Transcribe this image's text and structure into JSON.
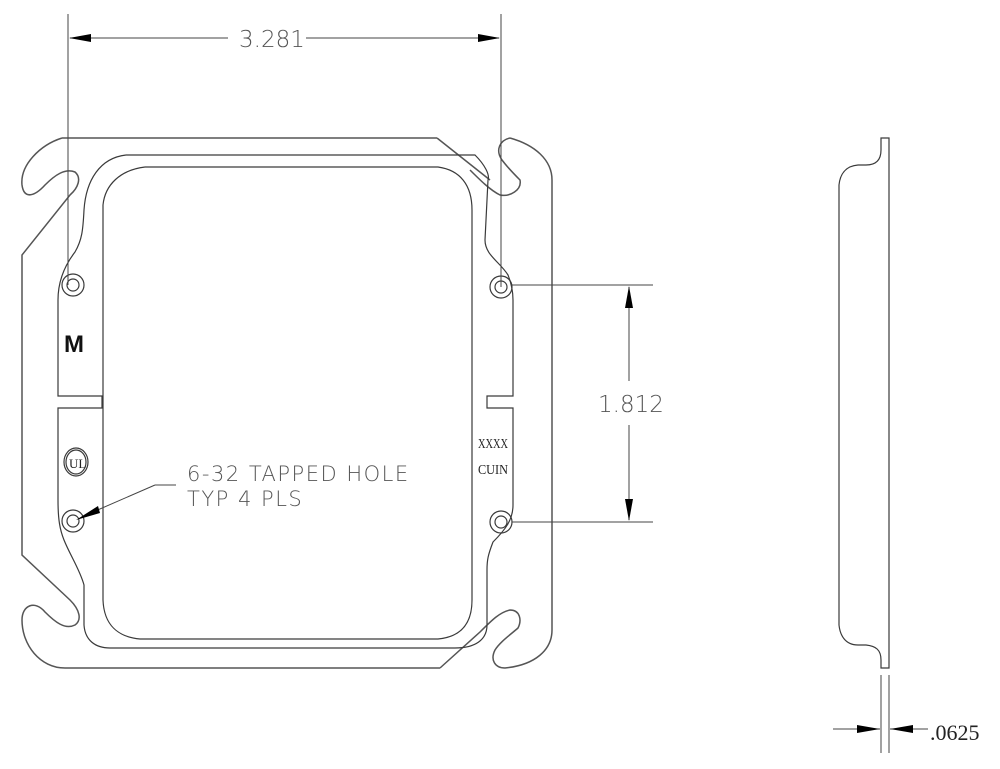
{
  "drawing": {
    "title": "4in square electrical box mud ring / cover plate - front and side views",
    "colors": {
      "line": "#3a3a3a",
      "dimension": "#444444",
      "text": "#555555",
      "background": "#ffffff"
    }
  },
  "dimensions": {
    "hole_spacing_horizontal": "3.281",
    "hole_spacing_vertical": "1.812",
    "thickness": ".0625"
  },
  "callouts": {
    "tapped_hole_line1": "6-32 TAPPED HOLE",
    "tapped_hole_line2": "TYP 4 PLS"
  },
  "markings": {
    "manufacturer_logo": "M",
    "ul_mark": "UL",
    "capacity_line1": "XXXX",
    "capacity_line2": "CUIN"
  },
  "views": [
    {
      "name": "front-view",
      "features": [
        "outer-plate",
        "raised-ring",
        "opening",
        "4 mounting holes",
        "4 corner slots",
        "2 side notches"
      ]
    },
    {
      "name": "side-view",
      "features": [
        "profile",
        "thickness-dimension"
      ]
    }
  ]
}
